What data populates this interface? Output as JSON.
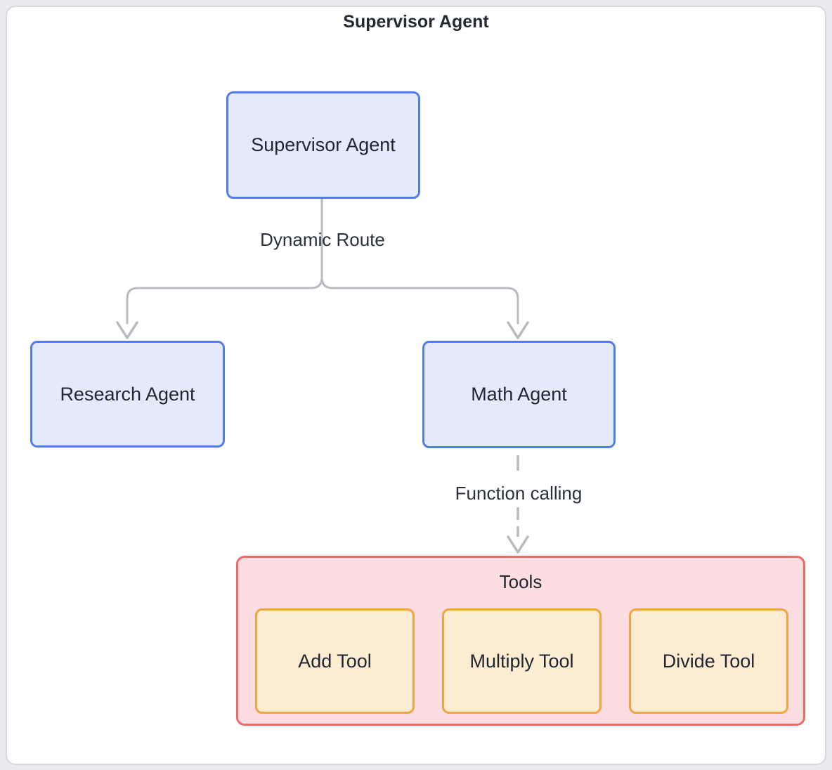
{
  "diagram": {
    "title": "Supervisor Agent",
    "nodes": {
      "supervisor": {
        "label": "Supervisor Agent"
      },
      "research": {
        "label": "Research Agent"
      },
      "math": {
        "label": "Math Agent"
      }
    },
    "edges": {
      "dynamic_route_label": "Dynamic Route",
      "function_calling_label": "Function calling"
    },
    "tools": {
      "title": "Tools",
      "items": [
        {
          "label": "Add Tool"
        },
        {
          "label": "Multiply Tool"
        },
        {
          "label": "Divide Tool"
        }
      ]
    },
    "colors": {
      "node-fill": "#e4eafb",
      "node-border": "#527de9",
      "tools-fill": "#fbdde2",
      "tools-border": "#ef6a66",
      "tool-fill": "#fcecd2",
      "tool-border": "#f1a43f",
      "line": "#b8bbc0",
      "panel-border": "#d7d9dd"
    }
  }
}
